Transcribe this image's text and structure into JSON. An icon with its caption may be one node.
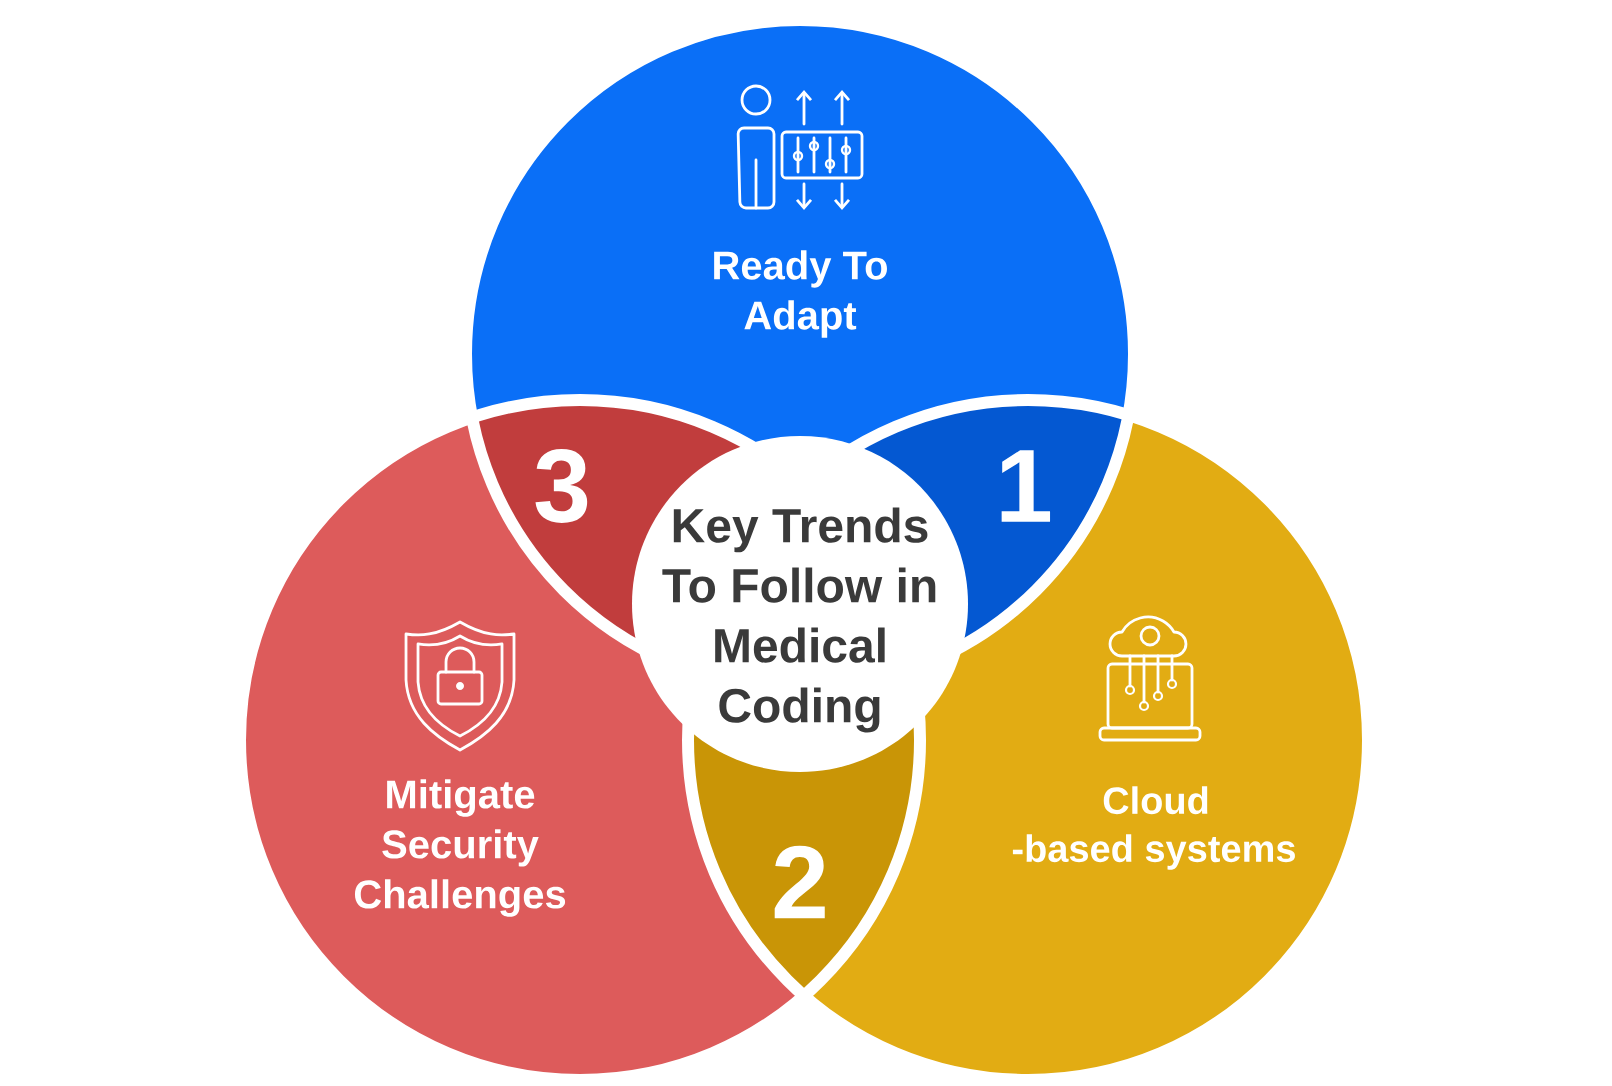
{
  "diagram": {
    "nodes": [
      {
        "text": [
          "Key Trends To Follow in Medical Coding"
        ]
      },
      {
        "text": [
          "Ready To Adapt"
        ]
      },
      {
        "text": [
          "Cloud -based systems"
        ]
      },
      {
        "text": [
          "Mitigate Security Challenges"
        ]
      },
      {
        "text": [
          "1"
        ]
      },
      {
        "text": [
          "2"
        ]
      },
      {
        "text": [
          "3"
        ]
      }
    ]
  }
}
